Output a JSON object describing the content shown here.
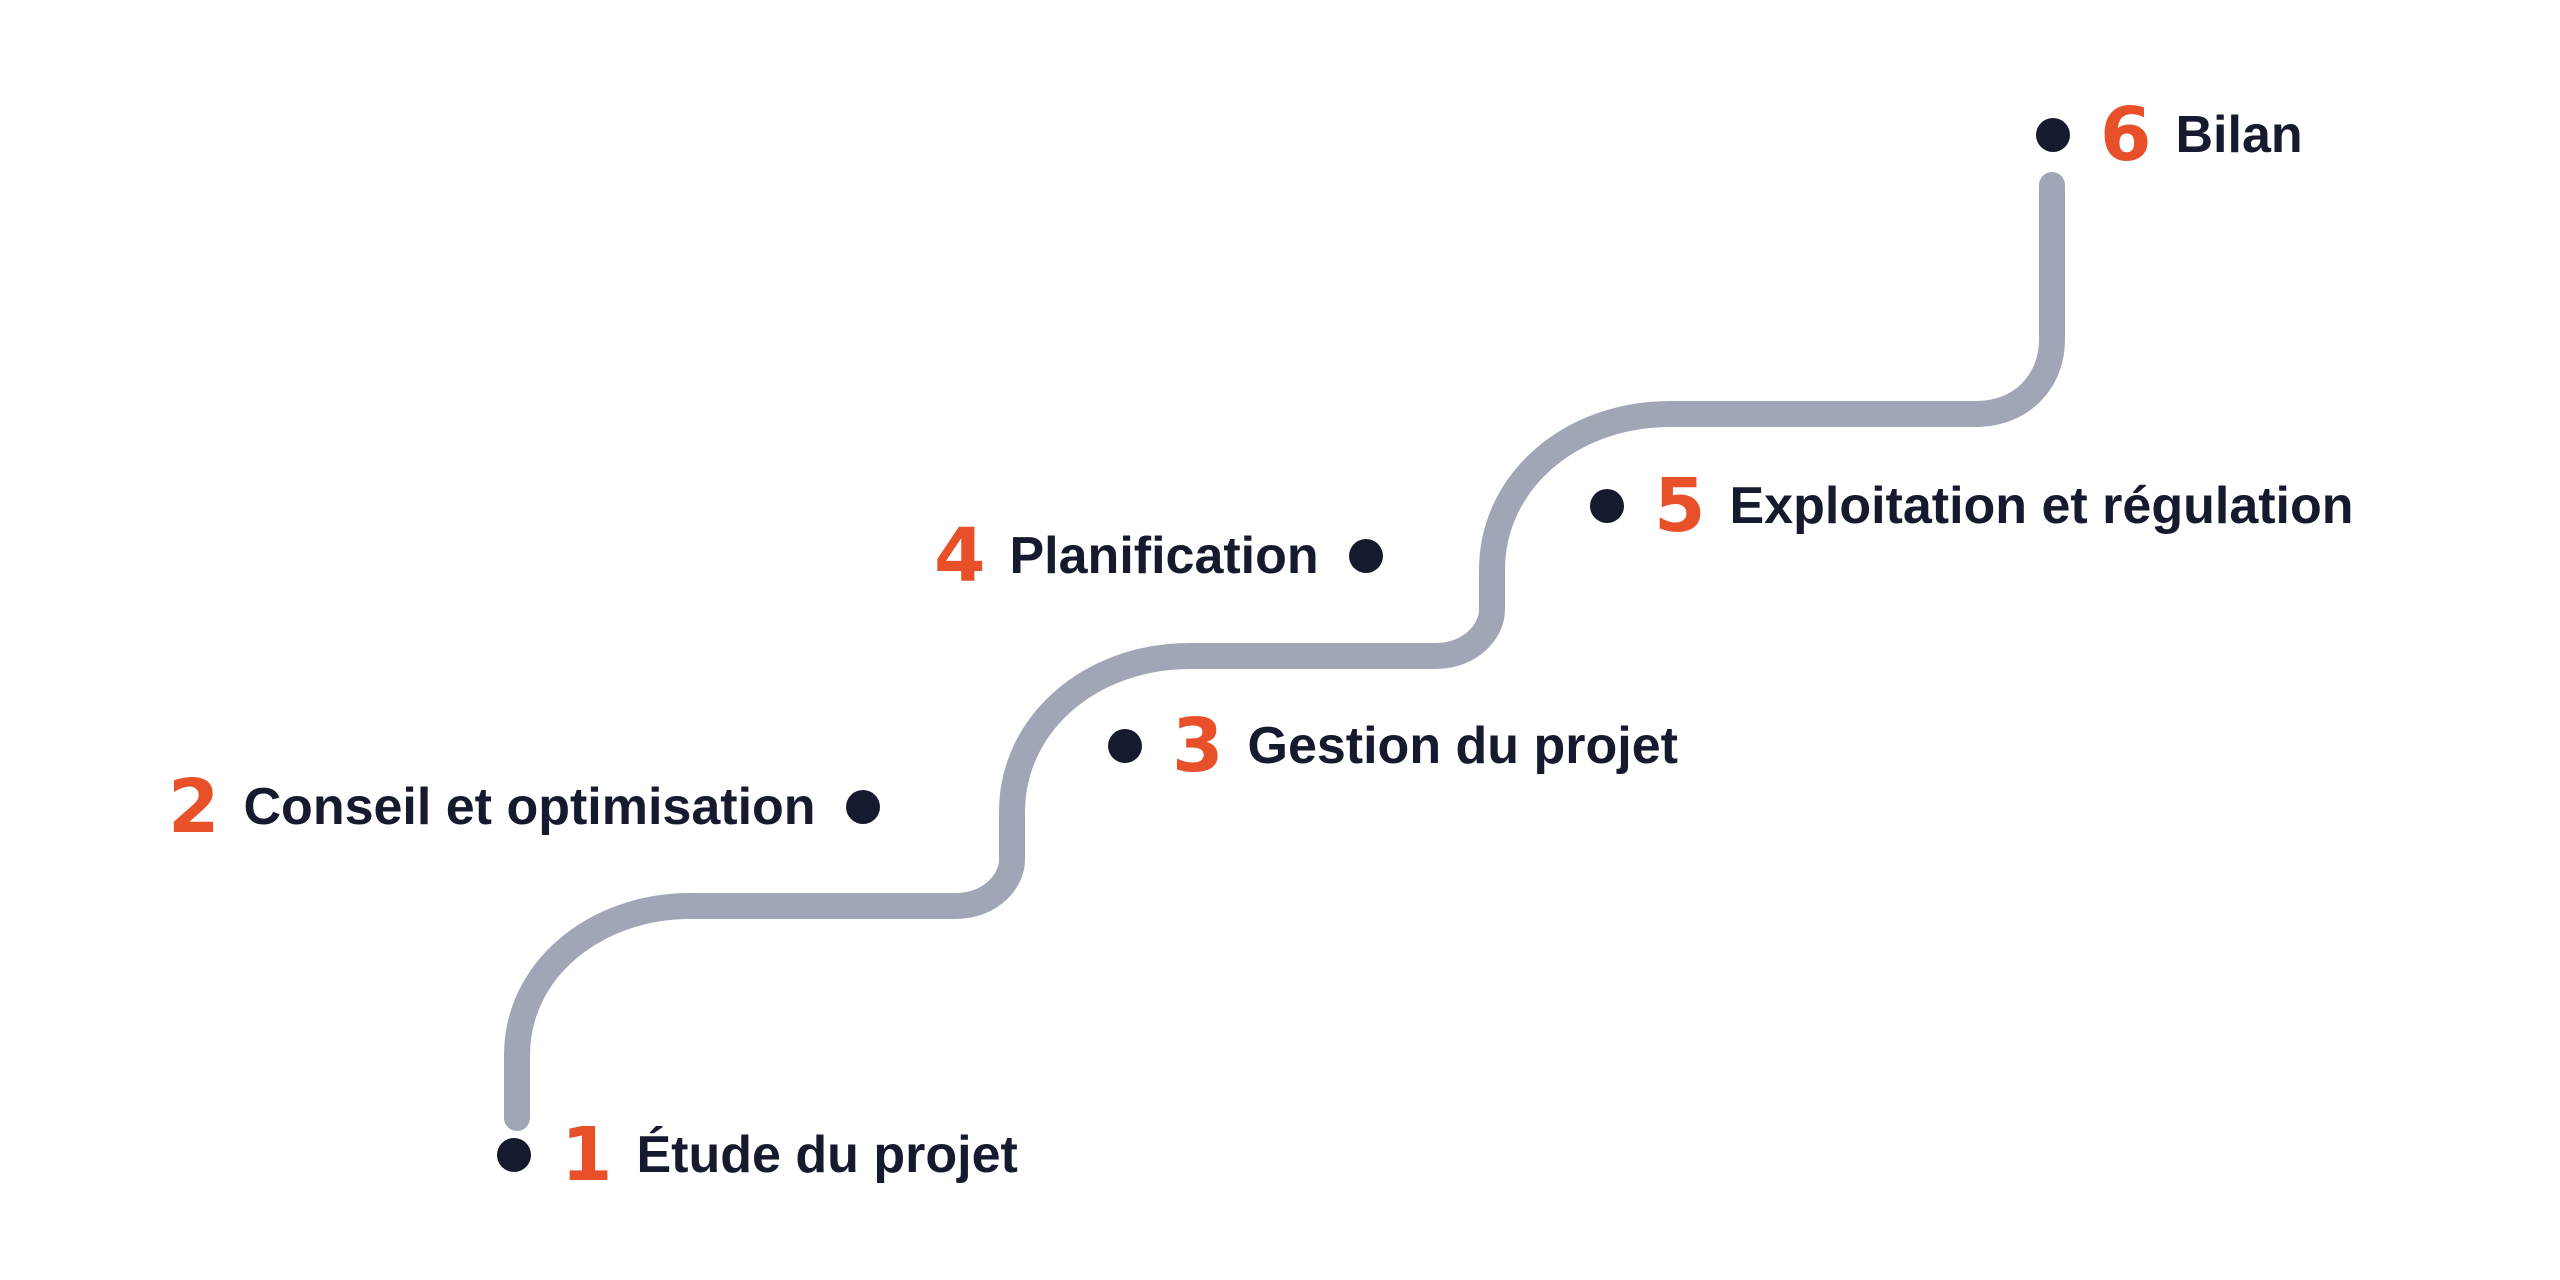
{
  "colors": {
    "background": "#ffffff",
    "path": "#a1a6b7",
    "dot": "#161a2e",
    "number": "#e8502a",
    "label": "#161a2e"
  },
  "steps": [
    {
      "number": "1",
      "label": "Étude du projet"
    },
    {
      "number": "2",
      "label": "Conseil et optimisation"
    },
    {
      "number": "3",
      "label": "Gestion du projet"
    },
    {
      "number": "4",
      "label": "Planification"
    },
    {
      "number": "5",
      "label": "Exploitation et régulation"
    },
    {
      "number": "6",
      "label": "Bilan"
    }
  ]
}
